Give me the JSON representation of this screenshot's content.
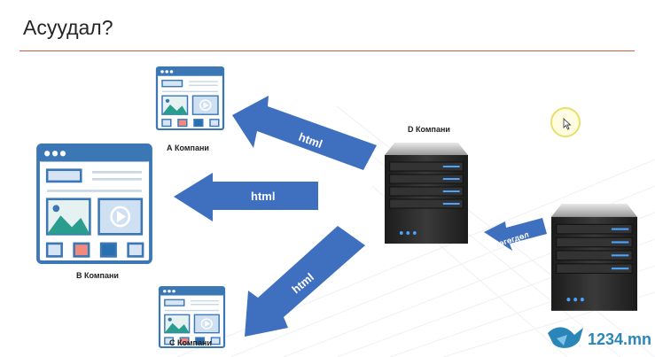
{
  "slide": {
    "title": "Асуудал?",
    "accent_color": "#c9623d"
  },
  "labels": {
    "company_a": "А Компани",
    "company_b": "B Компани",
    "company_c": "C Компани",
    "company_d": "D Компани"
  },
  "arrows": {
    "to_a": "html",
    "to_b": "html",
    "to_c": "html",
    "data": "өгөгдөл"
  },
  "watermark": {
    "text": "1234.mn",
    "icon": "bird-icon"
  },
  "icons": {
    "browser": "browser-window-icon",
    "server": "server-icon",
    "cursor": "mouse-cursor-icon"
  },
  "colors": {
    "arrow_blue": "#3f6fbf",
    "browser_blue": "#3b77b5",
    "image_teal": "#2a9d8f",
    "server_body": "#2b2b2b",
    "server_light": "#4aa3ff"
  }
}
